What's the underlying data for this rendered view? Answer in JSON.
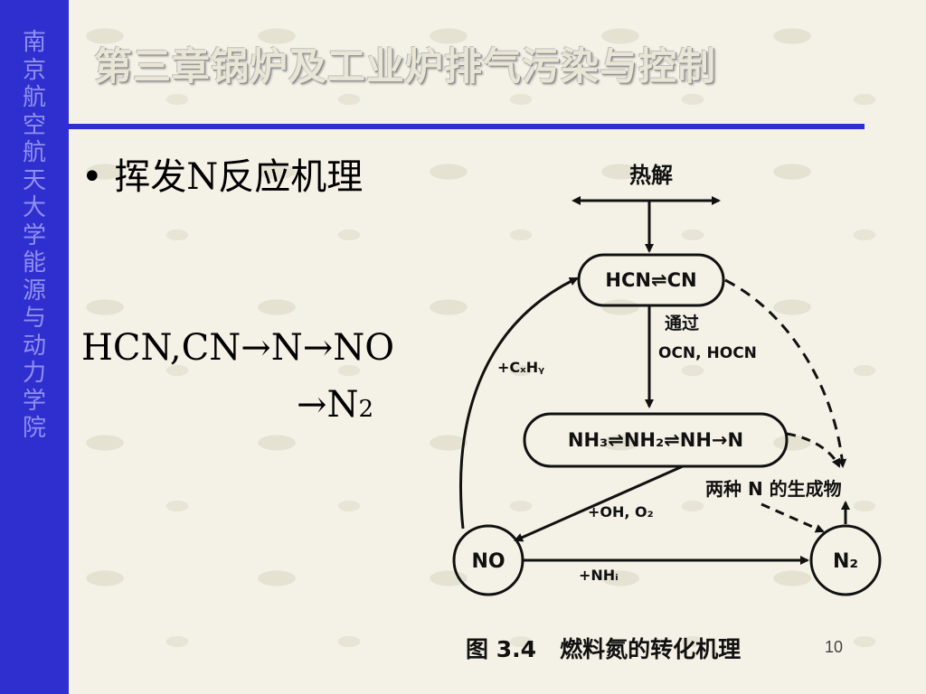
{
  "sidebar": {
    "text": "南京航空航天大学能源与动力学院"
  },
  "header": {
    "title": "第三章锅炉及工业炉排气污染与控制"
  },
  "content": {
    "bullet_marker": "•",
    "bullet_text": "挥发N反应机理",
    "equation_line1": "HCN,CN→N→NO",
    "equation_line2_prefix": "→N",
    "equation_line2_sub": "2"
  },
  "diagram": {
    "pyrolysis_label": "热解",
    "box_hcn": "HCN⇌CN",
    "via_label": "通过",
    "via_species": "OCN, HOCN",
    "box_nh": "NH₃⇌NH₂⇌NH→N",
    "plus_cxhy": "+CₓHᵧ",
    "plus_oh_o2": "+OH, O₂",
    "two_n_products": "两种 N 的生成物",
    "plus_nhi": "+NHᵢ",
    "node_no": "NO",
    "node_n2": "N₂",
    "caption": "图 3.4   燃料氮的转化机理"
  },
  "footer": {
    "page_number": "10"
  },
  "colors": {
    "sidebar_bg": "#2f2fd0",
    "rule": "#2f2fd0",
    "sidebar_text": "#8f8fef"
  }
}
